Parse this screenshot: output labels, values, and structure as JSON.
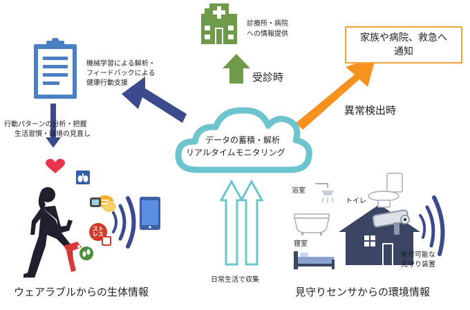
{
  "clinic": {
    "label_line1": "診療所・病院",
    "label_line2": "への情報提供"
  },
  "notify": {
    "line1": "家族や病院、救急へ",
    "line2": "通知"
  },
  "ml": {
    "line1": "機械学習による解析・",
    "line2": "フィードバックによる",
    "line3": "健康行動支援"
  },
  "visit_label": "受診時",
  "anomaly_label": "異常検出時",
  "behavior": {
    "line1": "行動パターンの分析・把握",
    "line2": "生活習慣・環境の見直し"
  },
  "cloud": {
    "line1": "データの蓄積・解析",
    "line2": "リアルタイムモニタリング"
  },
  "rooms": {
    "bath": "浴室",
    "toilet": "トイレ",
    "bedroom": "寝室"
  },
  "camera": {
    "line1": "後付可能な",
    "line2": "見守り装置"
  },
  "daily_label": "日常生活で収集",
  "wearable_label": "ウェアラブルからの生体情報",
  "sensor_label": "見守りセンサからの環境情報",
  "stress_badge": {
    "line1": "スト",
    "line2": "レス"
  },
  "colors": {
    "navy": "#3b4a8c",
    "cloud_teal": "#6cc5ce",
    "orange": "#f7921e",
    "green": "#6e9a4a",
    "clipboard_blue": "#4a7fc4",
    "red_heart": "#e8354d",
    "house_dark": "#3a4463"
  }
}
